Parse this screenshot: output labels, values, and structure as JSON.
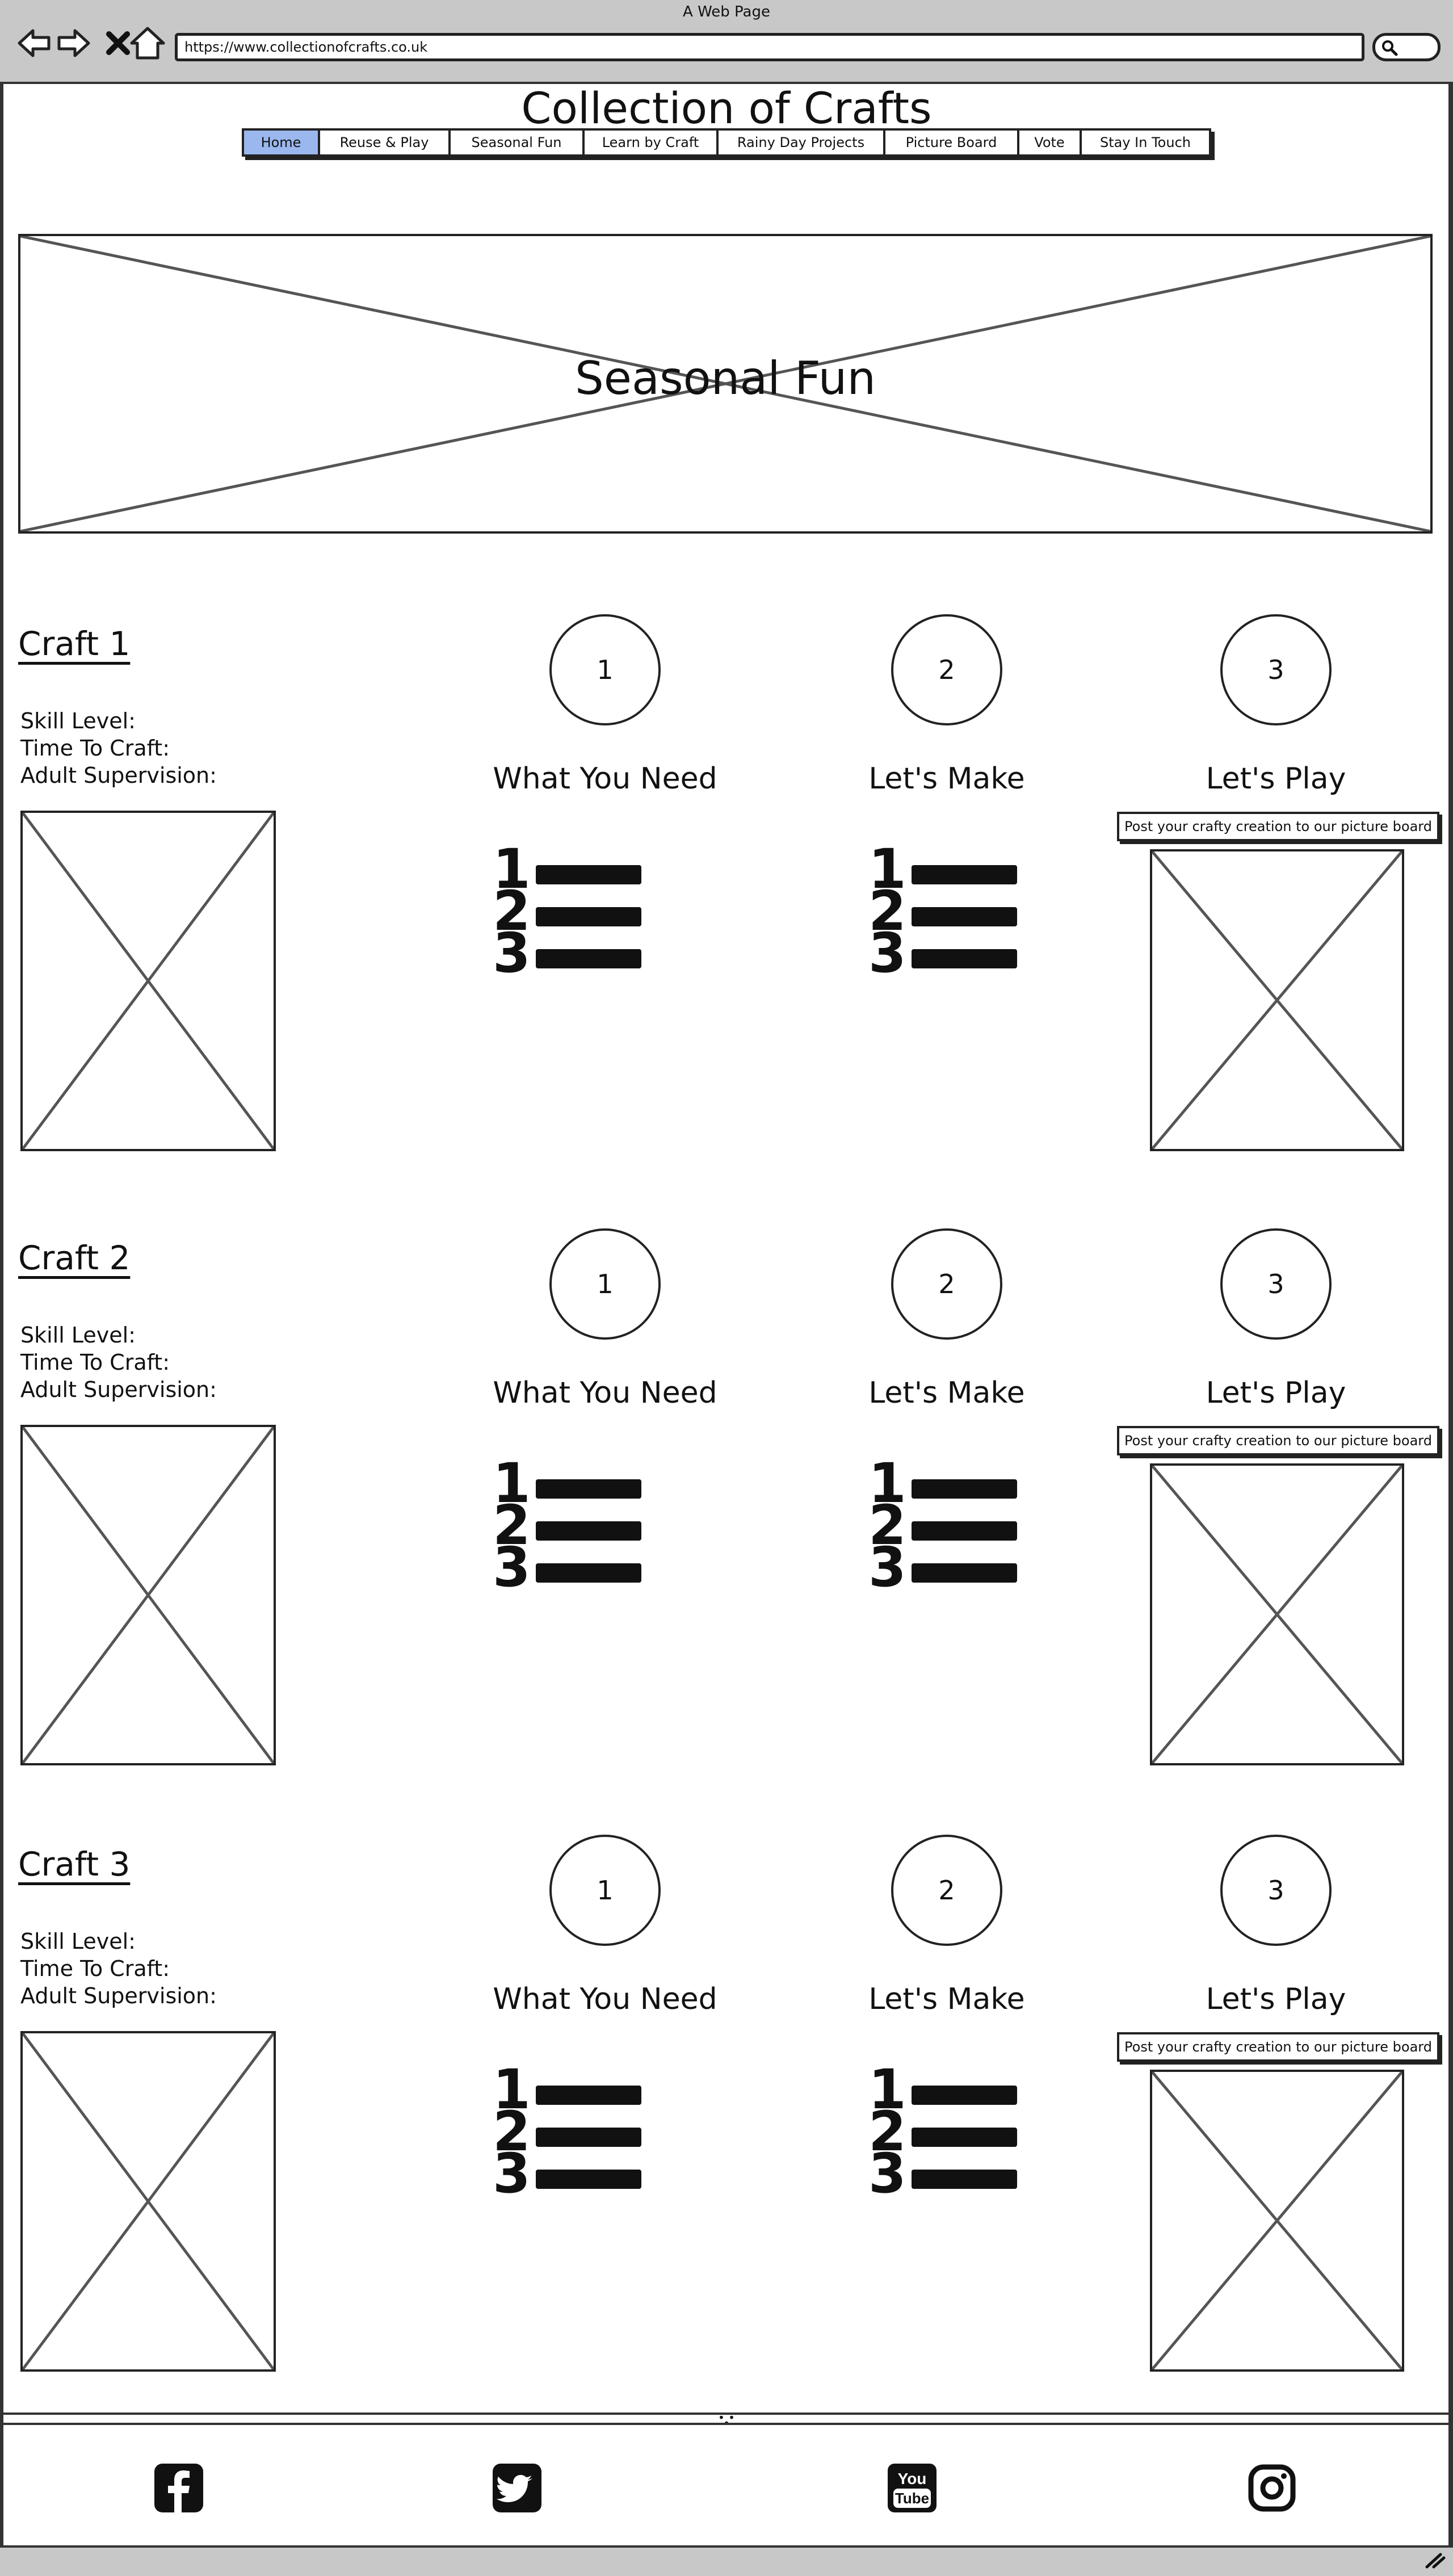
{
  "browser": {
    "window_title": "A Web Page",
    "url": "https://www.collectionofcrafts.co.uk",
    "icons": [
      "back-arrow-icon",
      "forward-arrow-icon",
      "close-icon",
      "home-icon",
      "search-icon"
    ]
  },
  "site": {
    "title": "Collection of Crafts",
    "nav": [
      {
        "label": "Home",
        "active": true
      },
      {
        "label": "Reuse & Play",
        "active": false
      },
      {
        "label": "Seasonal Fun",
        "active": false
      },
      {
        "label": "Learn by Craft",
        "active": false
      },
      {
        "label": "Rainy Day Projects",
        "active": false
      },
      {
        "label": "Picture Board",
        "active": false
      },
      {
        "label": "Vote",
        "active": false
      },
      {
        "label": "Stay In Touch",
        "active": false
      }
    ],
    "accent_color": "#9ab8ee"
  },
  "hero": {
    "label": "Seasonal Fun"
  },
  "crafts": [
    {
      "title": "Craft 1",
      "meta": [
        "Skill Level:",
        "Time To Craft:",
        "Adult Supervision:"
      ],
      "steps": [
        {
          "number": "1",
          "label": "What You Need"
        },
        {
          "number": "2",
          "label": "Let's Make"
        },
        {
          "number": "3",
          "label": "Let's Play"
        }
      ],
      "post_button": "Post your crafty creation to our picture board"
    },
    {
      "title": "Craft 2",
      "meta": [
        "Skill Level:",
        "Time To Craft:",
        "Adult Supervision:"
      ],
      "steps": [
        {
          "number": "1",
          "label": "What You Need"
        },
        {
          "number": "2",
          "label": "Let's Make"
        },
        {
          "number": "3",
          "label": "Let's Play"
        }
      ],
      "post_button": "Post your crafty creation to our picture board"
    },
    {
      "title": "Craft 3",
      "meta": [
        "Skill Level:",
        "Time To Craft:",
        "Adult Supervision:"
      ],
      "steps": [
        {
          "number": "1",
          "label": "What You Need"
        },
        {
          "number": "2",
          "label": "Let's Make"
        },
        {
          "number": "3",
          "label": "Let's Play"
        }
      ],
      "post_button": "Post your crafty creation to our picture board"
    }
  ],
  "list_icon": {
    "numbers": [
      "1",
      "2",
      "3"
    ],
    "icon": "numbered-list-icon"
  },
  "footer": {
    "social_icons": [
      "facebook-icon",
      "twitter-icon",
      "youtube-icon",
      "instagram-icon"
    ],
    "youtube_text": [
      "You",
      "Tube"
    ]
  }
}
